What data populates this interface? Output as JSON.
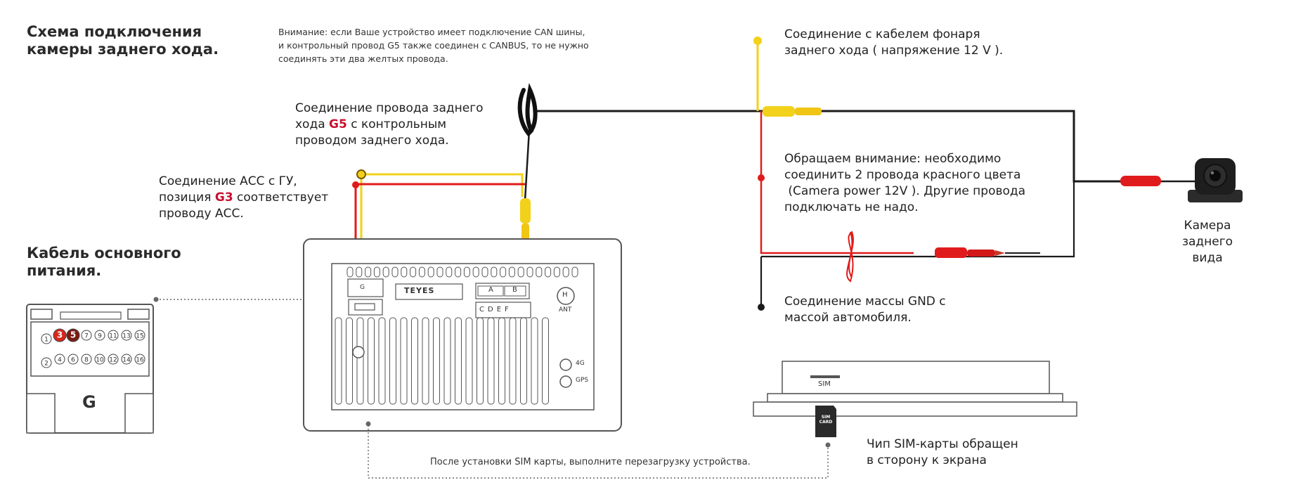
{
  "title": [
    "Схема подключения",
    "камеры заднего хода."
  ],
  "main_cable_title": [
    "Кабель основного",
    "питания."
  ],
  "warning": [
    "Внимание: если Ваше устройство имеет подключение CAN шины,",
    "и контрольный провод G5 также соединен с CANBUS, то не нужно",
    "соединять эти два желтых провода."
  ],
  "g5_note": {
    "line1": "Соединение провода заднего",
    "line2_pre": "хода ",
    "line2_bold": "G5",
    "line2_post": " с контрольным",
    "line3": "проводом заднего хода."
  },
  "acc_note": {
    "line1": "Соединение АСС с ГУ,",
    "line2_pre": "позиция ",
    "line2_bold": "G3",
    "line2_post": " соответствует",
    "line3": "проводу АСС."
  },
  "rear_light_note": [
    "Соединение с кабелем фонаря",
    "заднего хода ( напряжение 12 V )."
  ],
  "attention_note": [
    "Обращаем внимание: необходимо",
    "соединить 2 провода красного цвета",
    " (Camera power 12V ). Другие провода",
    "подключать не надо."
  ],
  "gnd_note": [
    "Соединение массы GND с",
    "массой автомобиля."
  ],
  "camera_label": [
    "Камера заднего",
    "вида"
  ],
  "sim_chip_note": [
    "Чип SIM-карты обращен",
    "в сторону к экрана"
  ],
  "sim_reboot_note": "После установки SIM карты, выполните перезагрузку устройства.",
  "connector": {
    "letter": "G",
    "top_row": [
      "1",
      "3",
      "5",
      "7",
      "9",
      "11",
      "13",
      "15"
    ],
    "bottom_row": [
      "2",
      "4",
      "6",
      "8",
      "10",
      "12",
      "14",
      "16"
    ],
    "highlighted": [
      "3",
      "5"
    ]
  },
  "head_unit": {
    "brand": "TEYES",
    "port_a": "A",
    "port_b": "B",
    "ports_cdef": [
      "C",
      "D",
      "E",
      "F"
    ],
    "port_g": "G",
    "antenna": "H",
    "antenna_label": "ANT",
    "label_4g": "4G",
    "label_gps": "GPS"
  },
  "sim_tray": {
    "slot_label": "SIM",
    "card_label": [
      "SIM",
      "CARD"
    ]
  },
  "colors": {
    "red_wire": "#e01b1b",
    "yellow_wire": "#f2d11a",
    "black_wire": "#1a1a1a",
    "accent_red": "#c8102e",
    "gray": "#666666"
  }
}
